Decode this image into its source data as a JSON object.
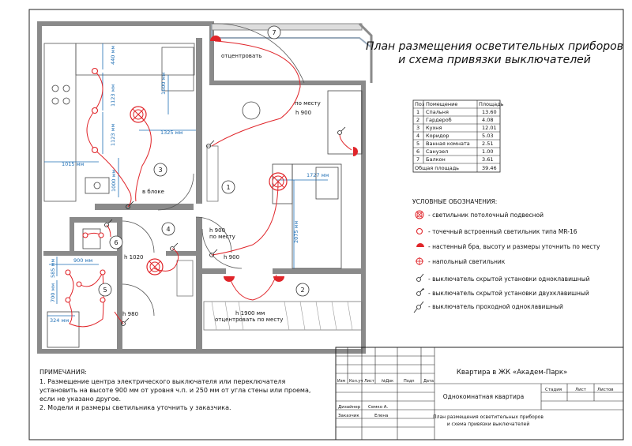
{
  "title": {
    "line1": "План размещения осветительных приборов",
    "line2": "и схема привязки выключателей"
  },
  "rooms_table": {
    "headers": [
      "Поз",
      "Помещение",
      "Площадь"
    ],
    "rows": [
      [
        "1",
        "Спальня",
        "13.60"
      ],
      [
        "2",
        "Гардероб",
        "4.08"
      ],
      [
        "3",
        "Кухня",
        "12.01"
      ],
      [
        "4",
        "Коридор",
        "5.03"
      ],
      [
        "5",
        "Ванная комната",
        "2.51"
      ],
      [
        "6",
        "Санузел",
        "1.00"
      ],
      [
        "7",
        "Балкон",
        "3.61"
      ]
    ],
    "total_label": "Общая площадь",
    "total_value": "39.46"
  },
  "legend": {
    "heading": "УСЛОВНЫЕ ОБОЗНАЧЕНИЯ:",
    "items": [
      "- светильник потолочный подвесной",
      "- точечный встроенный светильник типа MR-16",
      "- настенный бра, высоту и размеры уточнить по месту",
      "- напольный светильник",
      "- выключатель скрытой установки одноклавишный",
      "- выключатель скрытой установки двухклавишный",
      "- выключатель проходной одноклавишный"
    ]
  },
  "notes": {
    "heading": "ПРИМЕЧАНИЯ:",
    "lines": [
      "1. Размещение центра электрического выключателя или переключателя",
      "установить на высоте 900 мм от уровня ч.п. и 250 мм от угла стены или проема,",
      "если не указано другое.",
      "2. Модели и размеры светильника уточнить у заказчика."
    ]
  },
  "plan": {
    "room_numbers": [
      "1",
      "2",
      "3",
      "4",
      "5",
      "6",
      "7"
    ],
    "dims": {
      "d440": "440 мм",
      "d1600": "1600 мм",
      "d1123a": "1123 мм",
      "d1123b": "1123 мм",
      "d1325": "1325 мм",
      "d1015": "1015 мм",
      "d1000": "1000 мм",
      "d1727": "1727 мм",
      "d2075": "2075 мм",
      "d900b": "900 мм",
      "d585": "585 мм",
      "d700": "700 мм",
      "d324": "324 мм"
    },
    "labels": {
      "otsentrovat": "отцентровать",
      "po_mestu1": "по месту",
      "h900a": "h 900",
      "v_bloke": "в блоке",
      "h900b": "h 900",
      "po_mestu2": "по месту",
      "h1020": "h 1020",
      "h900c": "h 900",
      "h980": "h 980",
      "h1900": "h 1900 мм",
      "otsentrovat2": "отцентровать по месту"
    }
  },
  "stamp": {
    "col_headers": [
      "Изм",
      "Кол.уч",
      "Лист",
      "№Док",
      "Подп",
      "Дата"
    ],
    "project": "Квартира в ЖК «Академ-Парк»",
    "apartment": "Однокомнатная квартира",
    "stage_headers": [
      "Стадия",
      "Лист",
      "Листов"
    ],
    "sheet_title_line1": "План размещения осветительных приборов",
    "sheet_title_line2": "и схема привязки выключателей",
    "designer_label": "Дизайнер",
    "designer_name": "Семко А.",
    "customer_label": "Заказчик",
    "customer_name": "Елена"
  },
  "colors": {
    "wall": "#8a8a8a",
    "wire": "#e0252a",
    "dim": "#1f6fb5",
    "line": "#2b2b2b"
  }
}
